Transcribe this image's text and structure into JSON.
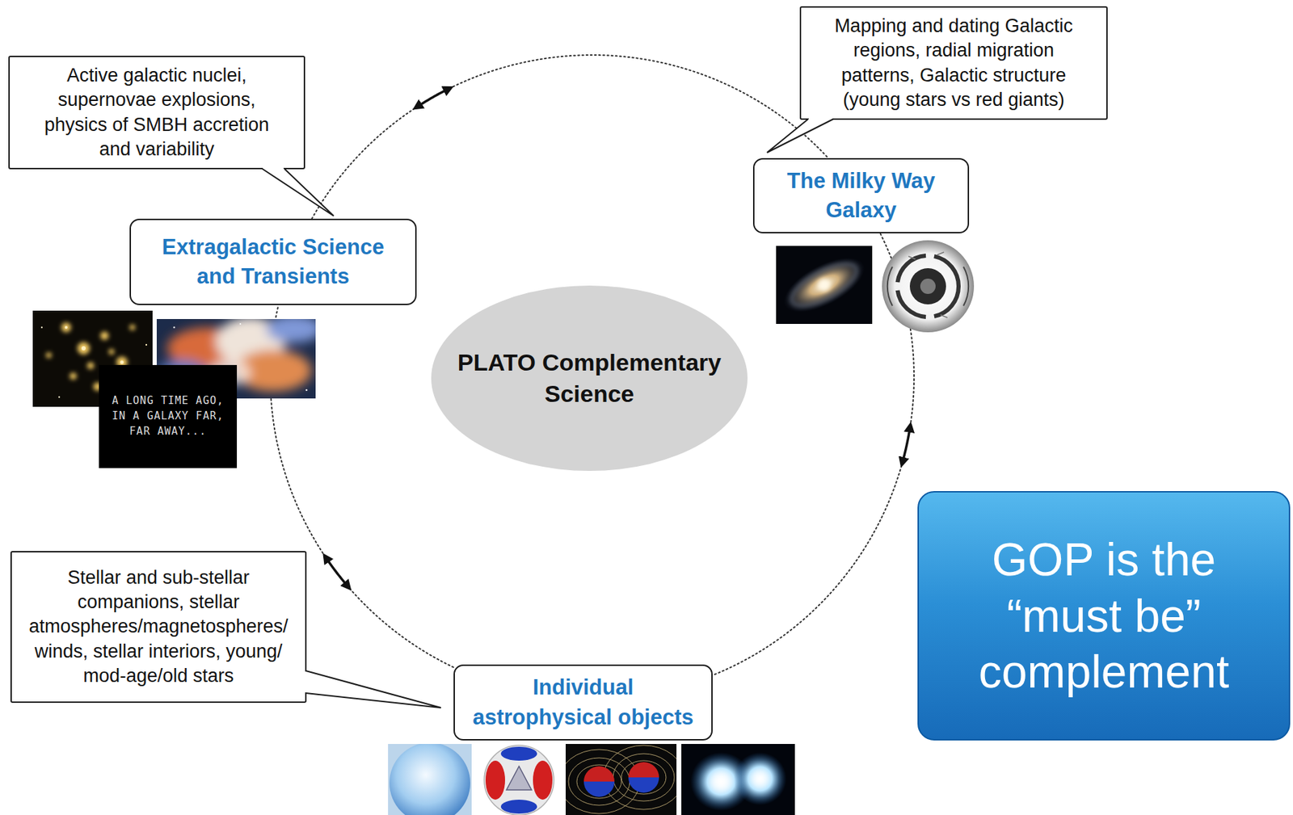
{
  "diagram": {
    "nodes": [
      {
        "text": [
          "Active galactic nuclei, supernovae explosions, physics of SMBH accretion and variability"
        ]
      },
      {
        "text": [
          "Mapping and dating Galactic regions, radial migration patterns, Galactic structure (young stars vs red giants)"
        ]
      },
      {
        "text": [
          "Extragalactic Science and Transients"
        ]
      },
      {
        "text": [
          "The Milky Way Galaxy"
        ]
      },
      {
        "text": [
          "PLATO Complementary Science"
        ]
      },
      {
        "text": [
          "Stellar and sub-stellar companions, stellar atmospheres/magnetospheres/ winds, stellar interiors, young/ mod-age/old stars"
        ]
      },
      {
        "text": [
          "GOP is the “must be” complement"
        ]
      },
      {
        "text": [
          "Individual astrophysical objects"
        ]
      }
    ],
    "edges": [
      {
        "from": 2,
        "to": 3,
        "arrow": "both"
      },
      {
        "from": 3,
        "to": 7,
        "arrow": "both"
      },
      {
        "from": 7,
        "to": 2,
        "arrow": "both"
      }
    ],
    "labels": [
      "A LONG TIME AGO, IN A GALAXY FAR, FAR AWAY..."
    ]
  }
}
